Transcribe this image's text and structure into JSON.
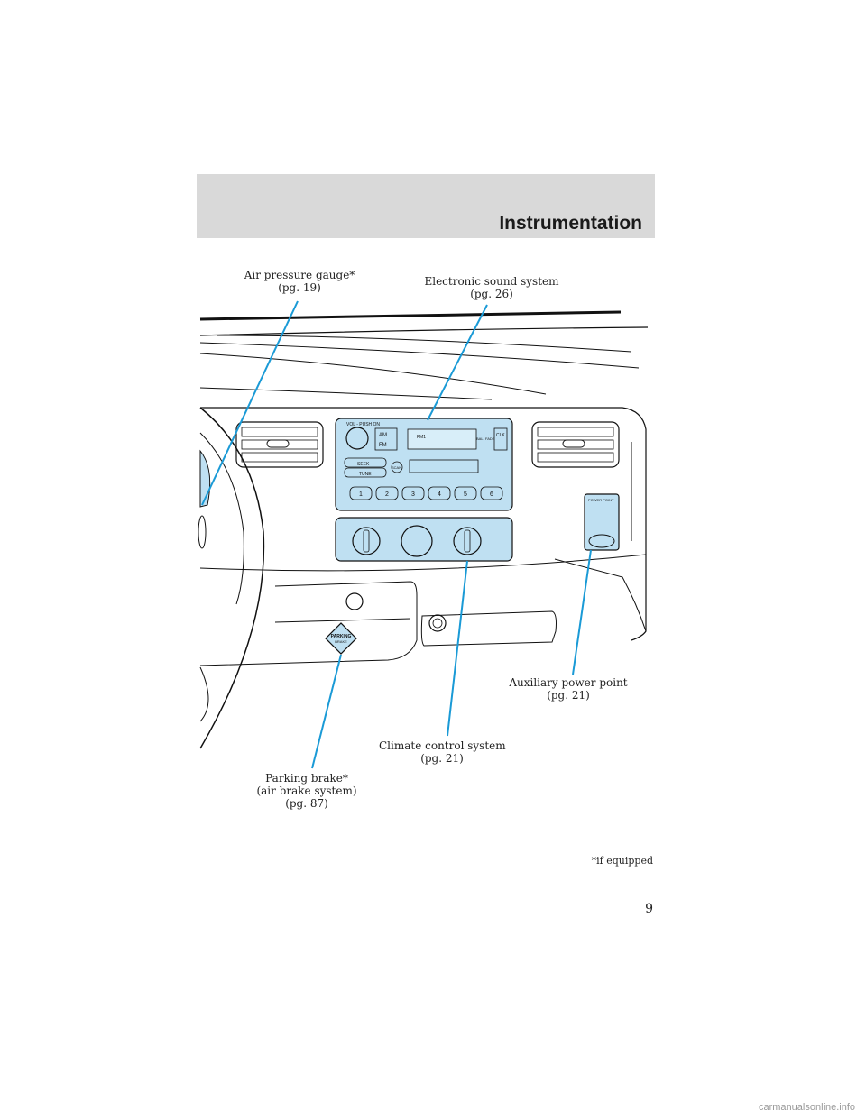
{
  "header": {
    "title": "Instrumentation"
  },
  "callouts": {
    "air_pressure": {
      "line1": "Air pressure gauge*",
      "line2": "(pg. 19)"
    },
    "sound_system": {
      "line1": "Electronic sound system",
      "line2": "(pg. 26)"
    },
    "power_point": {
      "line1": "Auxiliary power point",
      "line2": "(pg. 21)"
    },
    "climate": {
      "line1": "Climate control system",
      "line2": "(pg. 21)"
    },
    "parking_brake": {
      "line1": "Parking brake*",
      "line2": "(air brake system)",
      "line3": "(pg. 87)"
    }
  },
  "radio": {
    "vol_label": "VOL - PUSH ON",
    "am": "AM",
    "fm": "FM",
    "seek": "SEEK",
    "tune": "TUNE",
    "scan": "SCAN",
    "bal": "BAL",
    "fade": "FADE",
    "clk": "CLK",
    "fm_indicator": "FM1",
    "presets": [
      "1",
      "2",
      "3",
      "4",
      "5",
      "6"
    ]
  },
  "power_point_label": "POWER POINT",
  "parking_knob": {
    "line1": "PARKING",
    "line2": "BRAKE"
  },
  "footnote": "*if equipped",
  "page_number": "9",
  "watermark": "carmanualsonline.info",
  "colors": {
    "callout_line": "#1a9ad6",
    "highlight_fill": "#bfe0f2",
    "header_band": "#d9d9d9"
  }
}
